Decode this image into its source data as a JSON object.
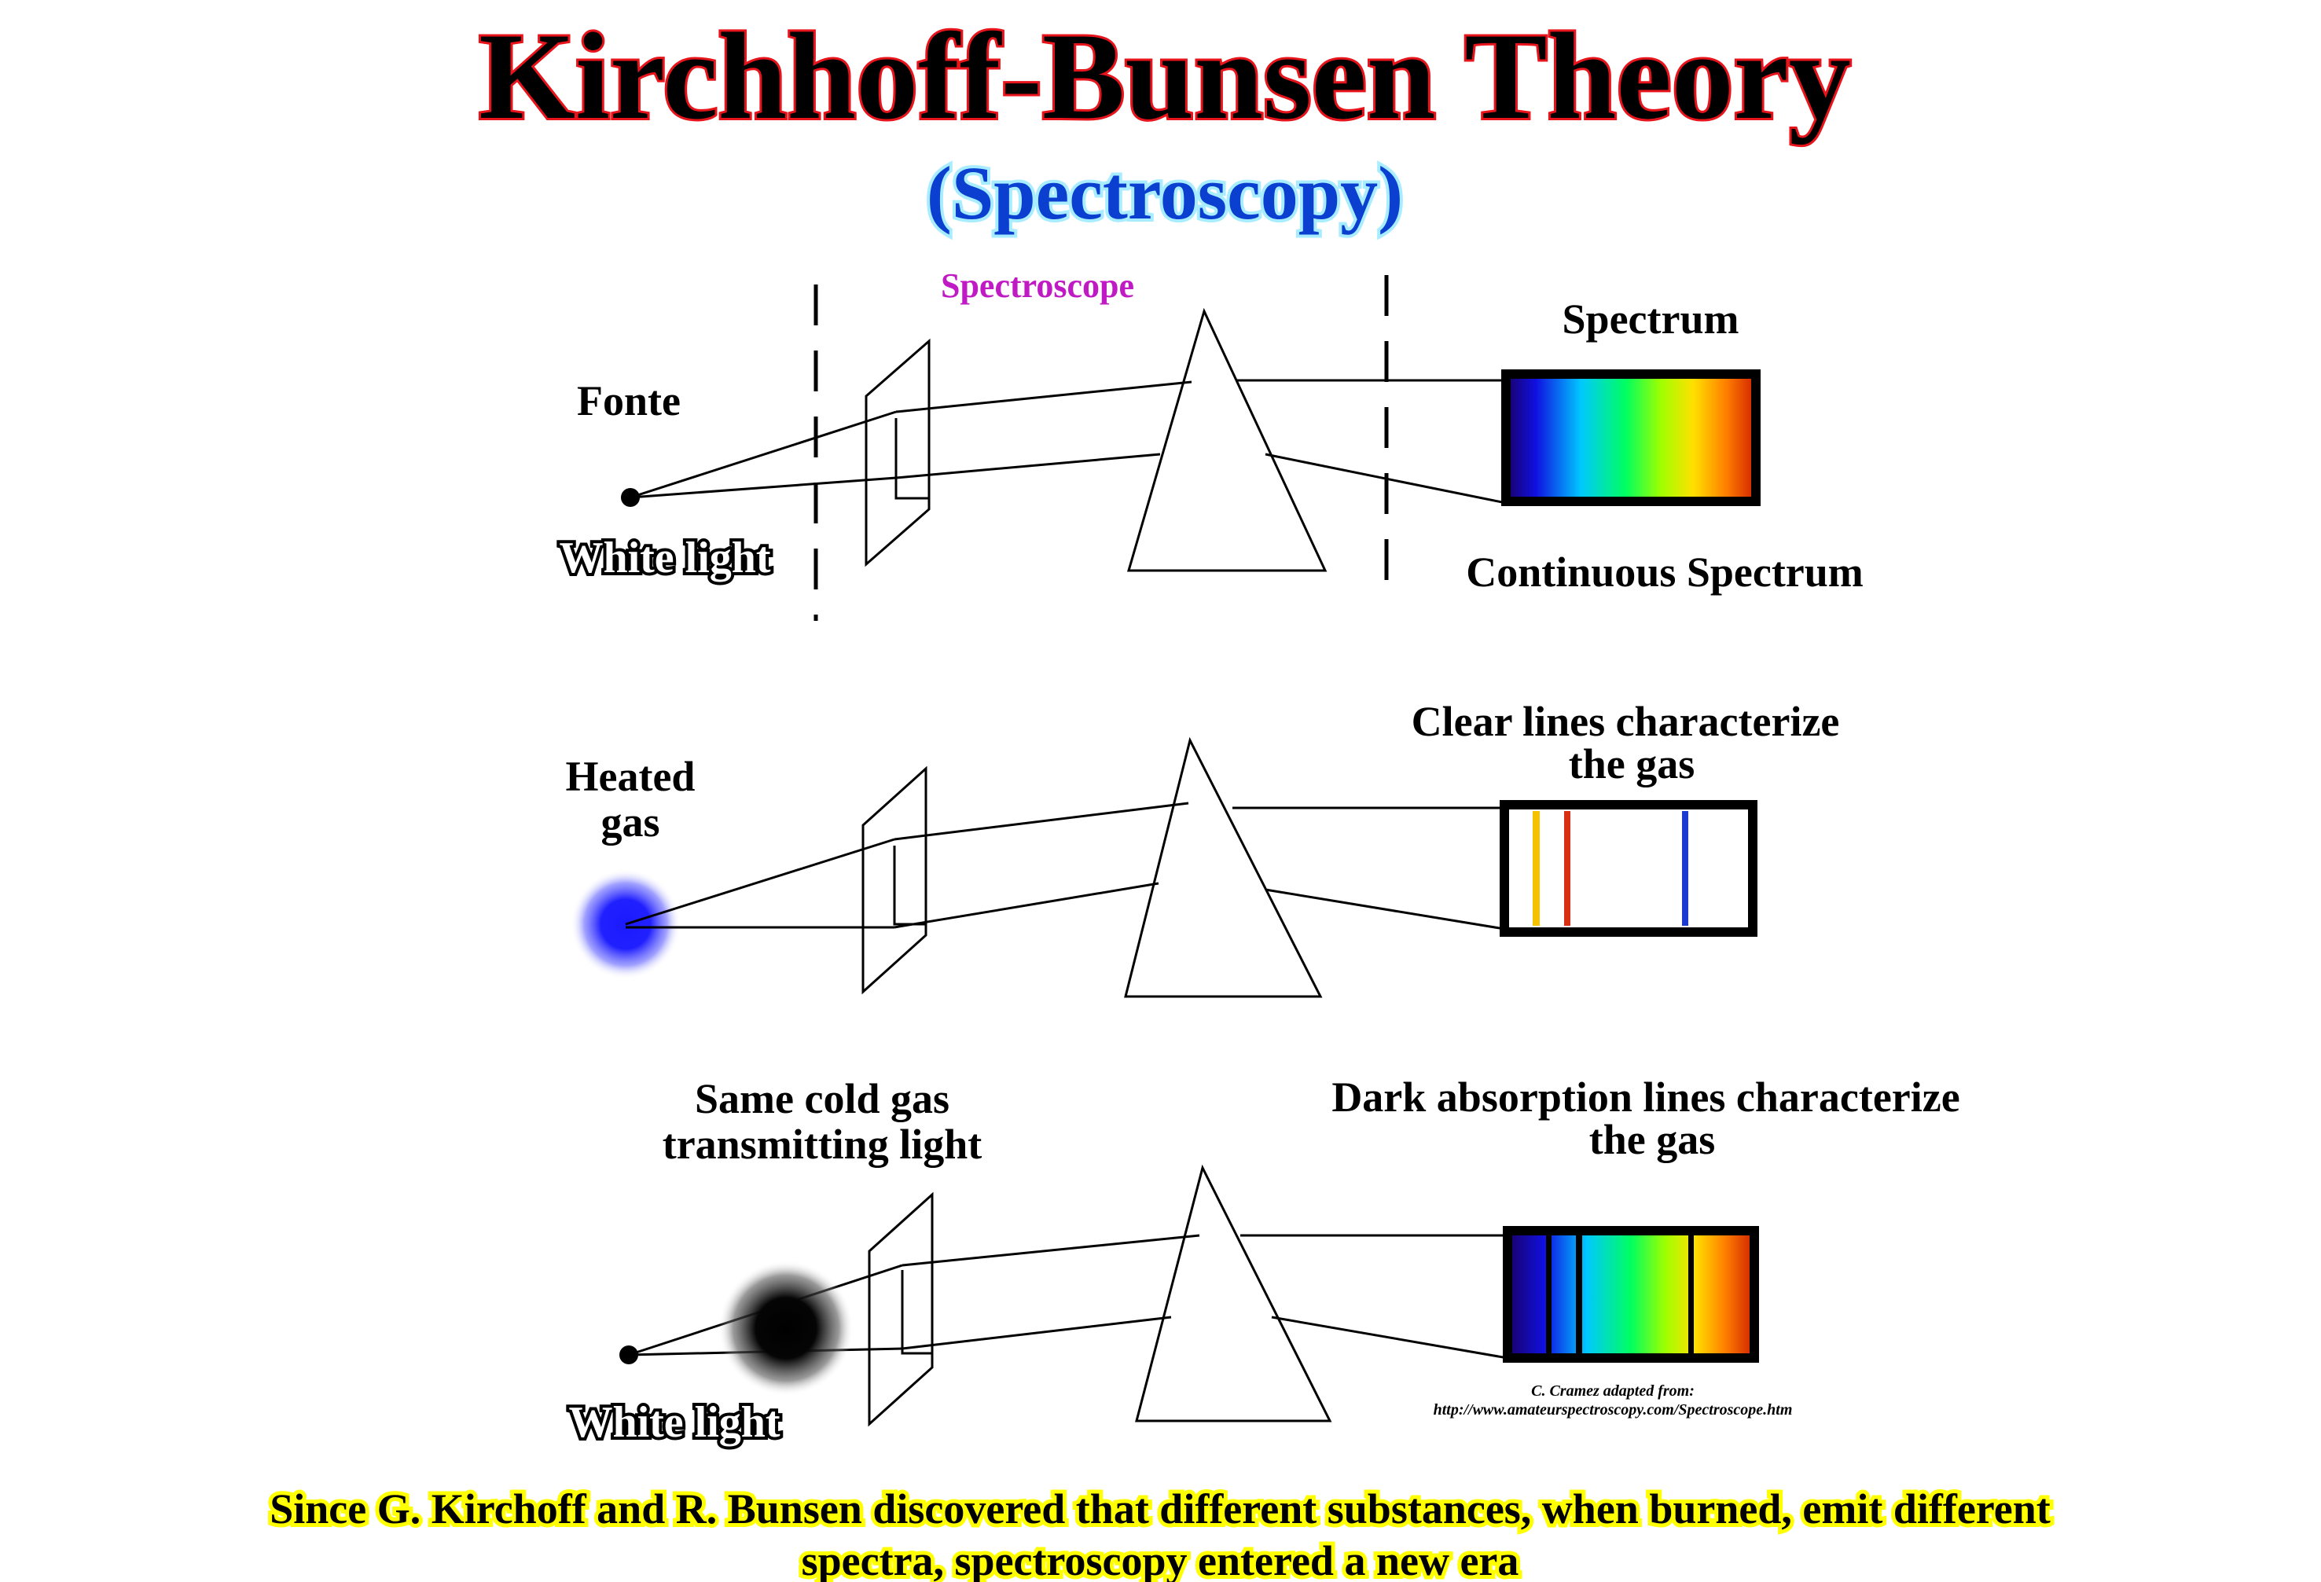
{
  "title": "Kirchhoff-Bunsen Theory",
  "subtitle": "(Spectroscopy)",
  "labels": {
    "spectroscope": "Spectroscope",
    "spectrum": "Spectrum",
    "fonte": "Fonte",
    "white_light_top": "White light",
    "continuous_spectrum": "Continuous Spectrum",
    "clear_lines_1": "Clear lines characterize",
    "clear_lines_2": "the gas",
    "heated_gas_1": "Heated",
    "heated_gas_2": "gas",
    "cold_gas_1": "Same cold gas",
    "cold_gas_2": "transmitting light",
    "dark_lines_1": "Dark absorption lines characterize",
    "dark_lines_2": "the gas",
    "white_light_bottom": "White light",
    "credit_1": "C. Cramez adapted from:",
    "credit_2": "http://www.amateurspectroscopy.com/Spectroscope.htm"
  },
  "caption": {
    "line1": "Since G. Kirchoff and R. Bunsen discovered that different substances, when burned, emit different",
    "line2": "spectra, spectroscopy entered a new era"
  },
  "colors": {
    "title_fill": "#000000",
    "title_outline": "#e8141b",
    "subtitle_fill": "#0a3fd0",
    "spectroscope_label": "#c01ac4",
    "caption_highlight": "#ffff00",
    "heated_gas_blob": "#1a1aff"
  }
}
